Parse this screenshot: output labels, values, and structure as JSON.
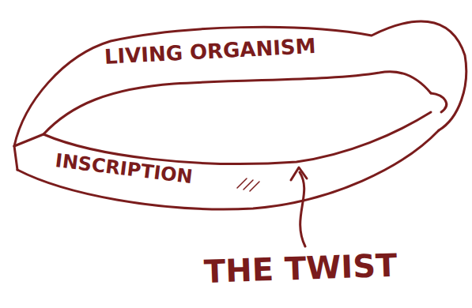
{
  "diagram": {
    "labels": [
      "LIVING ORGANISM",
      "INSCRIPTION",
      "THE TWIST"
    ]
  }
}
